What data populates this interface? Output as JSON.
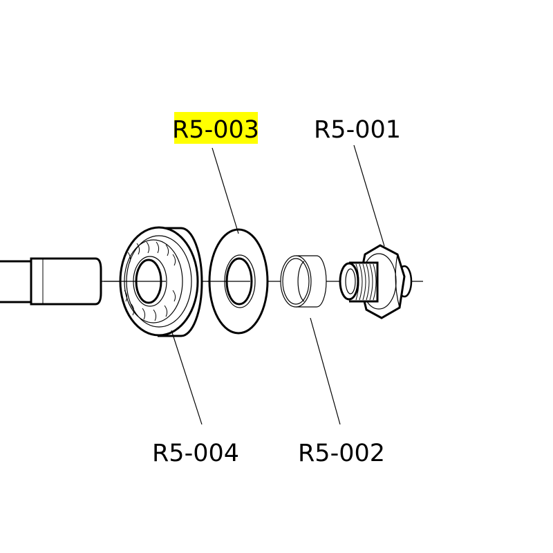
{
  "labels": {
    "r5_001": "R5-001",
    "r5_002": "R5-002",
    "r5_003": "R5-003",
    "r5_004": "R5-004"
  },
  "highlighted_label": "R5-003",
  "colors": {
    "highlight": "#ffff00",
    "line": "#000000"
  }
}
